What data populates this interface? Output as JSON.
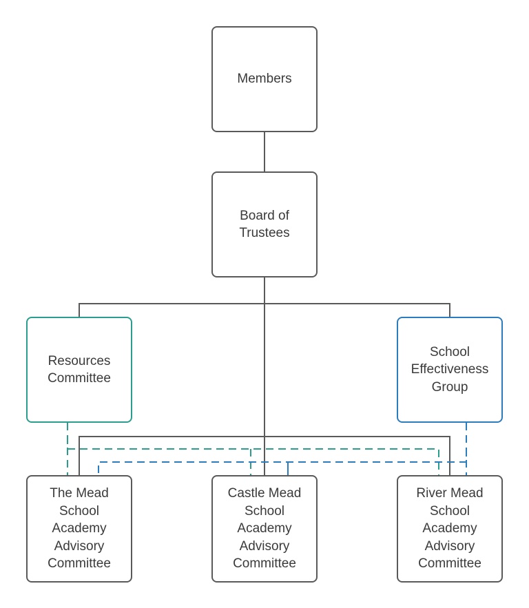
{
  "nodes": {
    "members": "Members",
    "board": "Board of\nTrustees",
    "resources": "Resources\nCommittee",
    "effectiveness": "School\nEffectiveness\nGroup",
    "themead": "The Mead\nSchool\nAcademy\nAdvisory\nCommittee",
    "castle": "Castle Mead\nSchool\nAcademy\nAdvisory\nCommittee",
    "river": "River Mead\nSchool\nAcademy\nAdvisory\nCommittee"
  },
  "colors": {
    "line": "#595959",
    "resources_accent": "#2a9d8f",
    "effectiveness_accent": "#2b7bbf"
  },
  "edges": [
    {
      "from": "members",
      "to": "board",
      "style": "solid"
    },
    {
      "from": "board",
      "to": "resources",
      "style": "solid"
    },
    {
      "from": "board",
      "to": "effectiveness",
      "style": "solid"
    },
    {
      "from": "board",
      "to": "castle",
      "style": "solid"
    },
    {
      "from": "board",
      "to": "themead",
      "style": "solid"
    },
    {
      "from": "board",
      "to": "river",
      "style": "solid"
    },
    {
      "from": "resources",
      "to": "themead",
      "style": "dashed"
    },
    {
      "from": "resources",
      "to": "castle",
      "style": "dashed"
    },
    {
      "from": "resources",
      "to": "river",
      "style": "dashed"
    },
    {
      "from": "effectiveness",
      "to": "themead",
      "style": "dashed"
    },
    {
      "from": "effectiveness",
      "to": "castle",
      "style": "dashed"
    },
    {
      "from": "effectiveness",
      "to": "river",
      "style": "dashed"
    }
  ]
}
